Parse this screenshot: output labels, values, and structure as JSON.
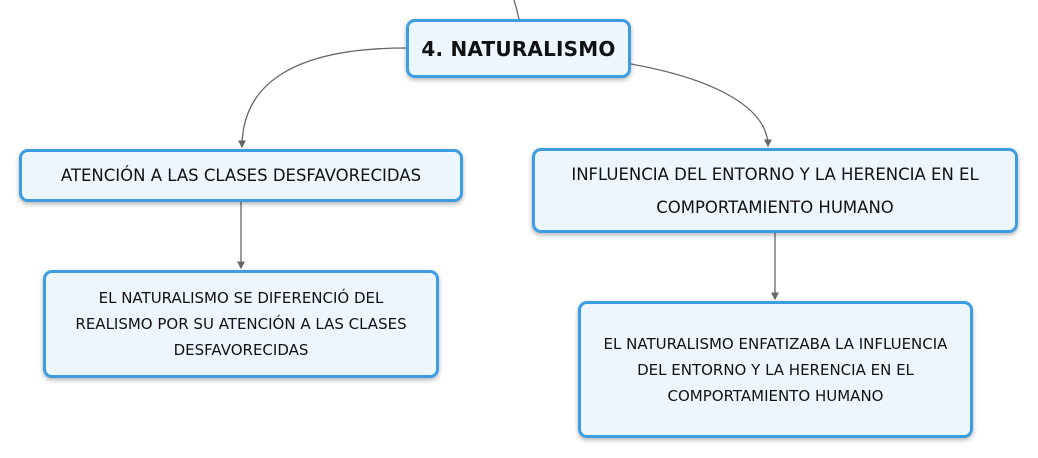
{
  "diagram": {
    "root": {
      "label": "4. NATURALISMO"
    },
    "branches": [
      {
        "label": "ATENCIÓN A LAS CLASES DESFAVORECIDAS",
        "detail": "EL NATURALISMO SE DIFERENCIÓ DEL REALISMO POR SU ATENCIÓN A LAS CLASES DESFAVORECIDAS"
      },
      {
        "label": "INFLUENCIA DEL ENTORNO Y LA HERENCIA EN EL COMPORTAMIENTO HUMANO",
        "detail": "EL NATURALISMO ENFATIZABA LA INFLUENCIA DEL ENTORNO Y LA HERENCIA EN EL COMPORTAMIENTO HUMANO"
      }
    ]
  },
  "colors": {
    "node_border": "#3d9de3",
    "node_fill": "#eef6fd",
    "connector": "#666666",
    "text": "#111111"
  }
}
